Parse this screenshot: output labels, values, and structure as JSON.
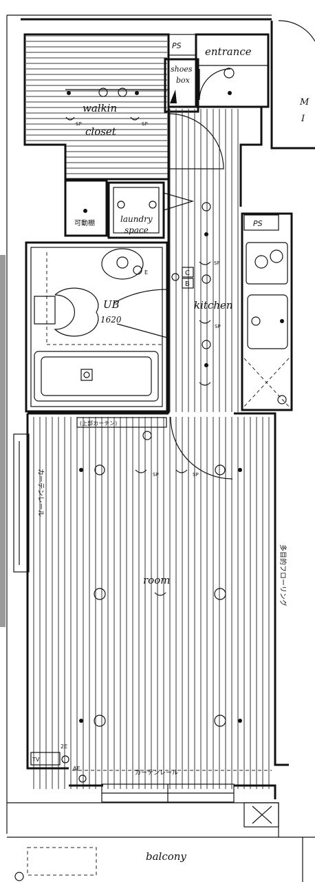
{
  "rooms": {
    "entrance": "entrance",
    "shoes_box_line1": "shoes",
    "shoes_box_line2": "box",
    "walkin_line1": "walkin",
    "walkin_line2": "closet",
    "laundry_line1": "laundry",
    "laundry_line2": "space",
    "ub": "UB",
    "ub_size": "1620",
    "kitchen": "kitchen",
    "room": "room",
    "balcony": "balcony",
    "movable_shelf": "可動棚"
  },
  "markers": {
    "ps_top": "PS",
    "ps_kitchen": "PS",
    "sp": "SP",
    "e": "E",
    "c": "C",
    "b": "B",
    "tv": "TV",
    "two_e": "2E",
    "ae": "AE"
  },
  "notes": {
    "curtain_rail_top": "(上部カーテン)",
    "curtain_rail_bottom": "カーテンレール",
    "curtain_rail_left": "カーテンレール",
    "multipurpose_flooring": "多目的フローリング"
  },
  "edge": {
    "right_top_line1": "M",
    "right_top_line2": "I"
  }
}
